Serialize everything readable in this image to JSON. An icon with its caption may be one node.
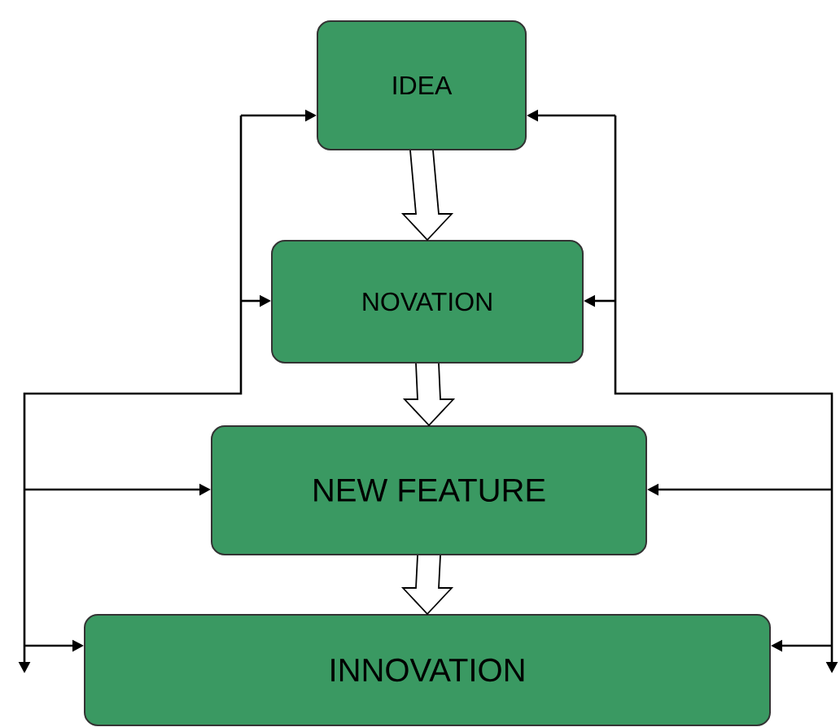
{
  "diagram": {
    "nodes": [
      {
        "text": [
          "IDEA"
        ]
      },
      {
        "text": [
          "NOVATION"
        ]
      },
      {
        "text": [
          "NEW FEATURE"
        ]
      },
      {
        "text": [
          "INNOVATION"
        ]
      }
    ],
    "edges": [
      {
        "from": 0,
        "to": 1,
        "arrow": "to"
      },
      {
        "from": 1,
        "to": 2,
        "arrow": "to"
      },
      {
        "from": 2,
        "to": 3,
        "arrow": "to"
      },
      {
        "from": null,
        "to": 0,
        "arrow": "both"
      },
      {
        "from": null,
        "to": 1,
        "arrow": "both"
      },
      {
        "from": null,
        "to": 2,
        "arrow": "to"
      },
      {
        "from": null,
        "to": 3,
        "arrow": "to"
      },
      {
        "from": null,
        "to": 0,
        "arrow": "both"
      },
      {
        "from": null,
        "to": 1,
        "arrow": "both"
      },
      {
        "from": null,
        "to": 2,
        "arrow": "to"
      },
      {
        "from": null,
        "to": 3,
        "arrow": "to"
      }
    ]
  }
}
